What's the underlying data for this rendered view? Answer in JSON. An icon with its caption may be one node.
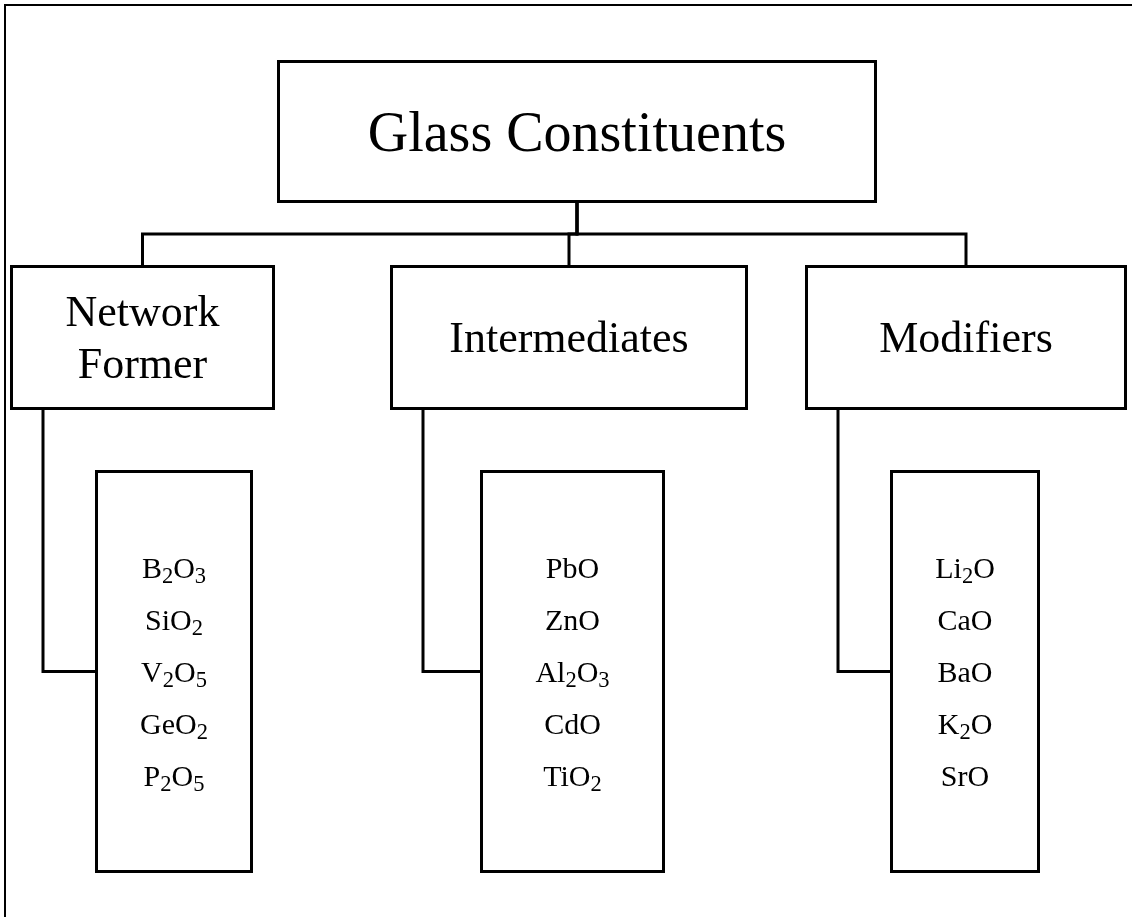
{
  "diagram": {
    "nodes": [
      {
        "text": [
          "Glass Constituents"
        ]
      },
      {
        "text": [
          "Network Former"
        ]
      },
      {
        "text": [
          "Intermediates"
        ]
      },
      {
        "text": [
          "Modifiers"
        ]
      },
      {
        "text": [
          "B$_{2}$O$_{3}$",
          "SiO$_{2}$",
          "V$_{2}$O$_{5}$",
          "GeO$_{2}$",
          "P$_{2}$O$_{5}$"
        ]
      },
      {
        "text": [
          "PbO",
          "ZnO",
          "Al$_{2}$O$_{3}$",
          "CdO",
          "TiO$_{2}$"
        ]
      },
      {
        "text": [
          "Li$_{2}$O",
          "CaO",
          "BaO",
          "K$_{2}$O",
          "SrO"
        ]
      }
    ],
    "edges": [
      {
        "from": 0,
        "to": 1,
        "arrow": "none"
      },
      {
        "from": 0,
        "to": 2,
        "arrow": "none"
      },
      {
        "from": 0,
        "to": 3,
        "arrow": "none"
      },
      {
        "from": 1,
        "to": 4,
        "arrow": "none"
      },
      {
        "from": 2,
        "to": 5,
        "arrow": "none"
      },
      {
        "from": 3,
        "to": 6,
        "arrow": "none"
      }
    ]
  }
}
